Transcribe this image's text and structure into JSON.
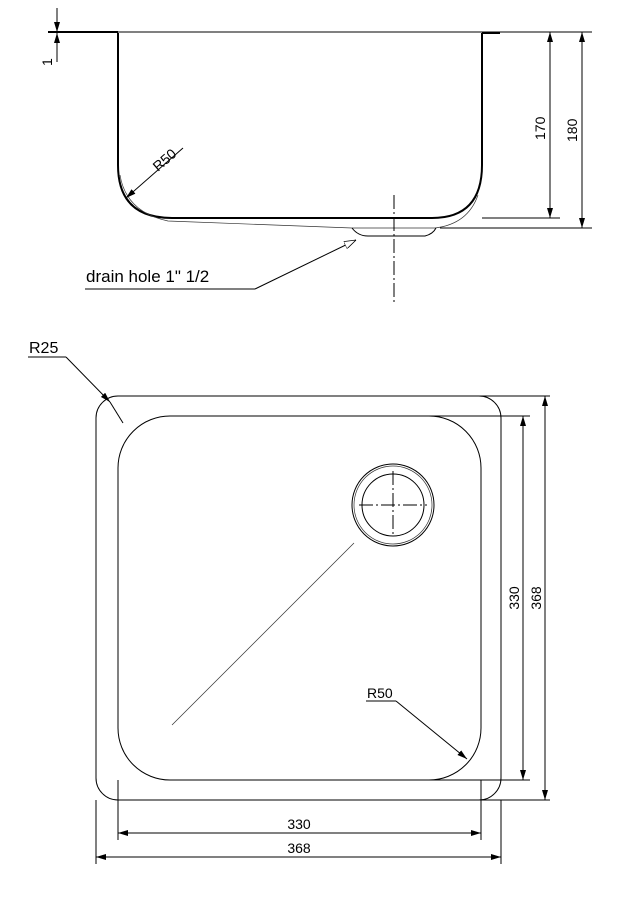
{
  "side_view": {
    "flange_thickness_label": "1",
    "inner_depth_label": "170",
    "outer_depth_label": "180",
    "corner_radius_label": "R50",
    "drain_label": "drain hole 1\" 1/2"
  },
  "top_view": {
    "outer_corner_radius_label": "R25",
    "inner_corner_radius_label": "R50",
    "inner_width_label": "330",
    "outer_width_label": "368",
    "inner_length_label": "330",
    "outer_length_label": "368"
  }
}
